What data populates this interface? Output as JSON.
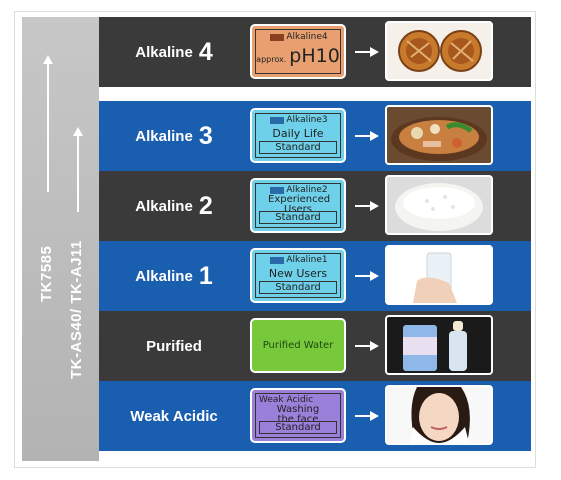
{
  "side_labels": {
    "model_a": "TK7585",
    "model_b": "TK-AS40/ TK-AJ11"
  },
  "rows": [
    {
      "name": "Alkaline",
      "num": "4",
      "screen_top": "Alkaline4",
      "screen_prefix": "approx.",
      "screen_main": "pH10",
      "bg": "#3a3a3a",
      "photo": "tea-cups"
    },
    {
      "name": "Alkaline",
      "num": "3",
      "screen_top": "Alkaline3",
      "screen_main": "Daily Life",
      "screen_bottom": "Standard",
      "bg": "#1a5eb0",
      "photo": "hotpot"
    },
    {
      "name": "Alkaline",
      "num": "2",
      "screen_top": "Alkaline2",
      "screen_main": "Experienced Users",
      "screen_bottom": "Standard",
      "bg": "#3a3a3a",
      "photo": "rice-bowl"
    },
    {
      "name": "Alkaline",
      "num": "1",
      "screen_top": "Alkaline1",
      "screen_main": "New Users",
      "screen_bottom": "Standard",
      "bg": "#1a5eb0",
      "photo": "glass-of-water"
    },
    {
      "name": "Purified",
      "screen_main": "Purified Water",
      "bg": "#3a3a3a",
      "photo": "baby-formula"
    },
    {
      "name": "Weak Acidic",
      "screen_top": "Weak Acidic",
      "screen_main": "Washing the face",
      "screen_bottom": "Standard",
      "bg": "#1a5eb0",
      "photo": "woman-towel"
    }
  ],
  "colors": {
    "dark_row": "#3a3a3a",
    "blue_row": "#1a5eb0",
    "screen_orange": "#e8a070",
    "screen_cyan": "#6fd0ea",
    "screen_green": "#78c83c",
    "screen_violet": "#9a80d8"
  }
}
